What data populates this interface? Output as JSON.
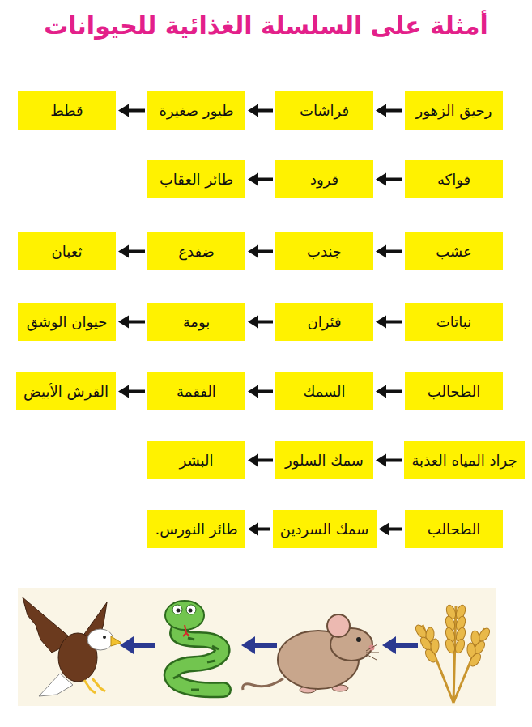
{
  "diagram": {
    "title": "أمثلة على السلسلة الغذائية للحيوانات",
    "nodes": [
      {
        "text": [
          "رحيق الزهور"
        ]
      },
      {
        "text": [
          "فراشات"
        ]
      },
      {
        "text": [
          "طيور صغيرة"
        ]
      },
      {
        "text": [
          "قطط"
        ]
      },
      {
        "text": [
          "فواكه"
        ]
      },
      {
        "text": [
          "قرود"
        ]
      },
      {
        "text": [
          "طائر العقاب"
        ]
      },
      {
        "text": [
          "عشب"
        ]
      },
      {
        "text": [
          "جندب"
        ]
      },
      {
        "text": [
          "ضفدع"
        ]
      },
      {
        "text": [
          "ثعبان"
        ]
      },
      {
        "text": [
          "نباتات"
        ]
      },
      {
        "text": [
          "فئران"
        ]
      },
      {
        "text": [
          "بومة"
        ]
      },
      {
        "text": [
          "حيوان الوشق"
        ]
      },
      {
        "text": [
          "الطحالب"
        ]
      },
      {
        "text": [
          "السمك"
        ]
      },
      {
        "text": [
          "الفقمة"
        ]
      },
      {
        "text": [
          "القرش الأبيض"
        ]
      },
      {
        "text": [
          "جراد المياه العذبة"
        ]
      },
      {
        "text": [
          "سمك السلور"
        ]
      },
      {
        "text": [
          "البشر"
        ]
      },
      {
        "text": [
          "الطحالب"
        ]
      },
      {
        "text": [
          "سمك السردين"
        ]
      },
      {
        "text": [
          "طائر النورس."
        ]
      }
    ],
    "edges": [
      {
        "from": 0,
        "to": 1,
        "arrow": "to"
      },
      {
        "from": 1,
        "to": 2,
        "arrow": "to"
      },
      {
        "from": 2,
        "to": 3,
        "arrow": "to"
      },
      {
        "from": 4,
        "to": 5,
        "arrow": "to"
      },
      {
        "from": 5,
        "to": 6,
        "arrow": "to"
      },
      {
        "from": 7,
        "to": 8,
        "arrow": "to"
      },
      {
        "from": 8,
        "to": 9,
        "arrow": "to"
      },
      {
        "from": 9,
        "to": 10,
        "arrow": "to"
      },
      {
        "from": 11,
        "to": 12,
        "arrow": "to"
      },
      {
        "from": 12,
        "to": 13,
        "arrow": "to"
      },
      {
        "from": 13,
        "to": 14,
        "arrow": "to"
      },
      {
        "from": 15,
        "to": 16,
        "arrow": "to"
      },
      {
        "from": 16,
        "to": 17,
        "arrow": "to"
      },
      {
        "from": 17,
        "to": 18,
        "arrow": "to"
      },
      {
        "from": 19,
        "to": 20,
        "arrow": "to"
      },
      {
        "from": 20,
        "to": 21,
        "arrow": "to"
      },
      {
        "from": 22,
        "to": 23,
        "arrow": "to"
      },
      {
        "from": 23,
        "to": 24,
        "arrow": "to"
      }
    ]
  }
}
